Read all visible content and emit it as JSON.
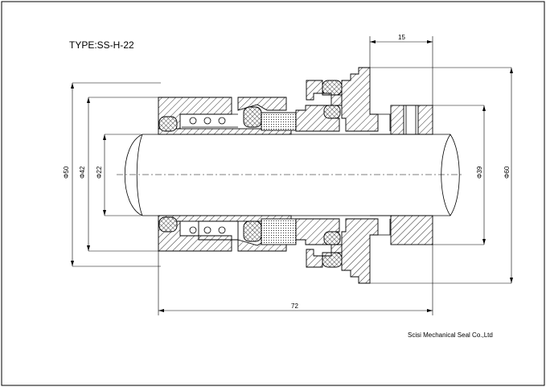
{
  "title": "TYPE:SS-H-22",
  "company": "Scisi Mechanical Seal Co.,Ltd",
  "dimensions": {
    "d50": "Φ50",
    "d42": "Φ42",
    "d22": "Φ22",
    "d39": "Φ39",
    "d60": "Φ60",
    "len72": "72",
    "len15": "15"
  }
}
